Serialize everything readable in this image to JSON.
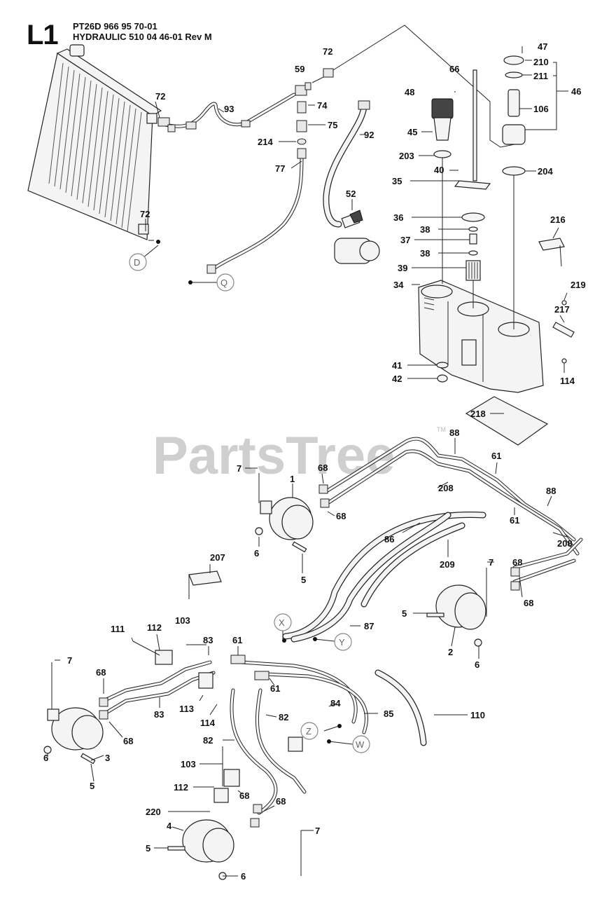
{
  "header": {
    "code": "L1",
    "line1": "PT26D 966 95 70-01",
    "line2": "HYDRAULIC 510 04 46-01 Rev M"
  },
  "watermark": {
    "text": "PartsTree",
    "tm": "TM"
  },
  "callouts": [
    "72",
    "59",
    "72",
    "93",
    "74",
    "75",
    "214",
    "77",
    "92",
    "52",
    "66",
    "48",
    "45",
    "203",
    "40",
    "35",
    "36",
    "38",
    "37",
    "38",
    "39",
    "34",
    "41",
    "42",
    "47",
    "210",
    "211",
    "106",
    "46",
    "204",
    "72",
    "216",
    "219",
    "217",
    "114",
    "218",
    "88",
    "61",
    "88",
    "7",
    "68",
    "1",
    "68",
    "61",
    "208",
    "208",
    "86",
    "209",
    "6",
    "5",
    "7",
    "68",
    "68",
    "5",
    "2",
    "6",
    "207",
    "111",
    "112",
    "103",
    "83",
    "61",
    "61",
    "87",
    "7",
    "68",
    "83",
    "113",
    "114",
    "82",
    "84",
    "85",
    "110",
    "68",
    "6",
    "3",
    "5",
    "82",
    "103",
    "112",
    "68",
    "220",
    "68",
    "4",
    "7",
    "5",
    "6"
  ],
  "connectors": [
    "D",
    "Q",
    "X",
    "Y",
    "Z",
    "W"
  ]
}
